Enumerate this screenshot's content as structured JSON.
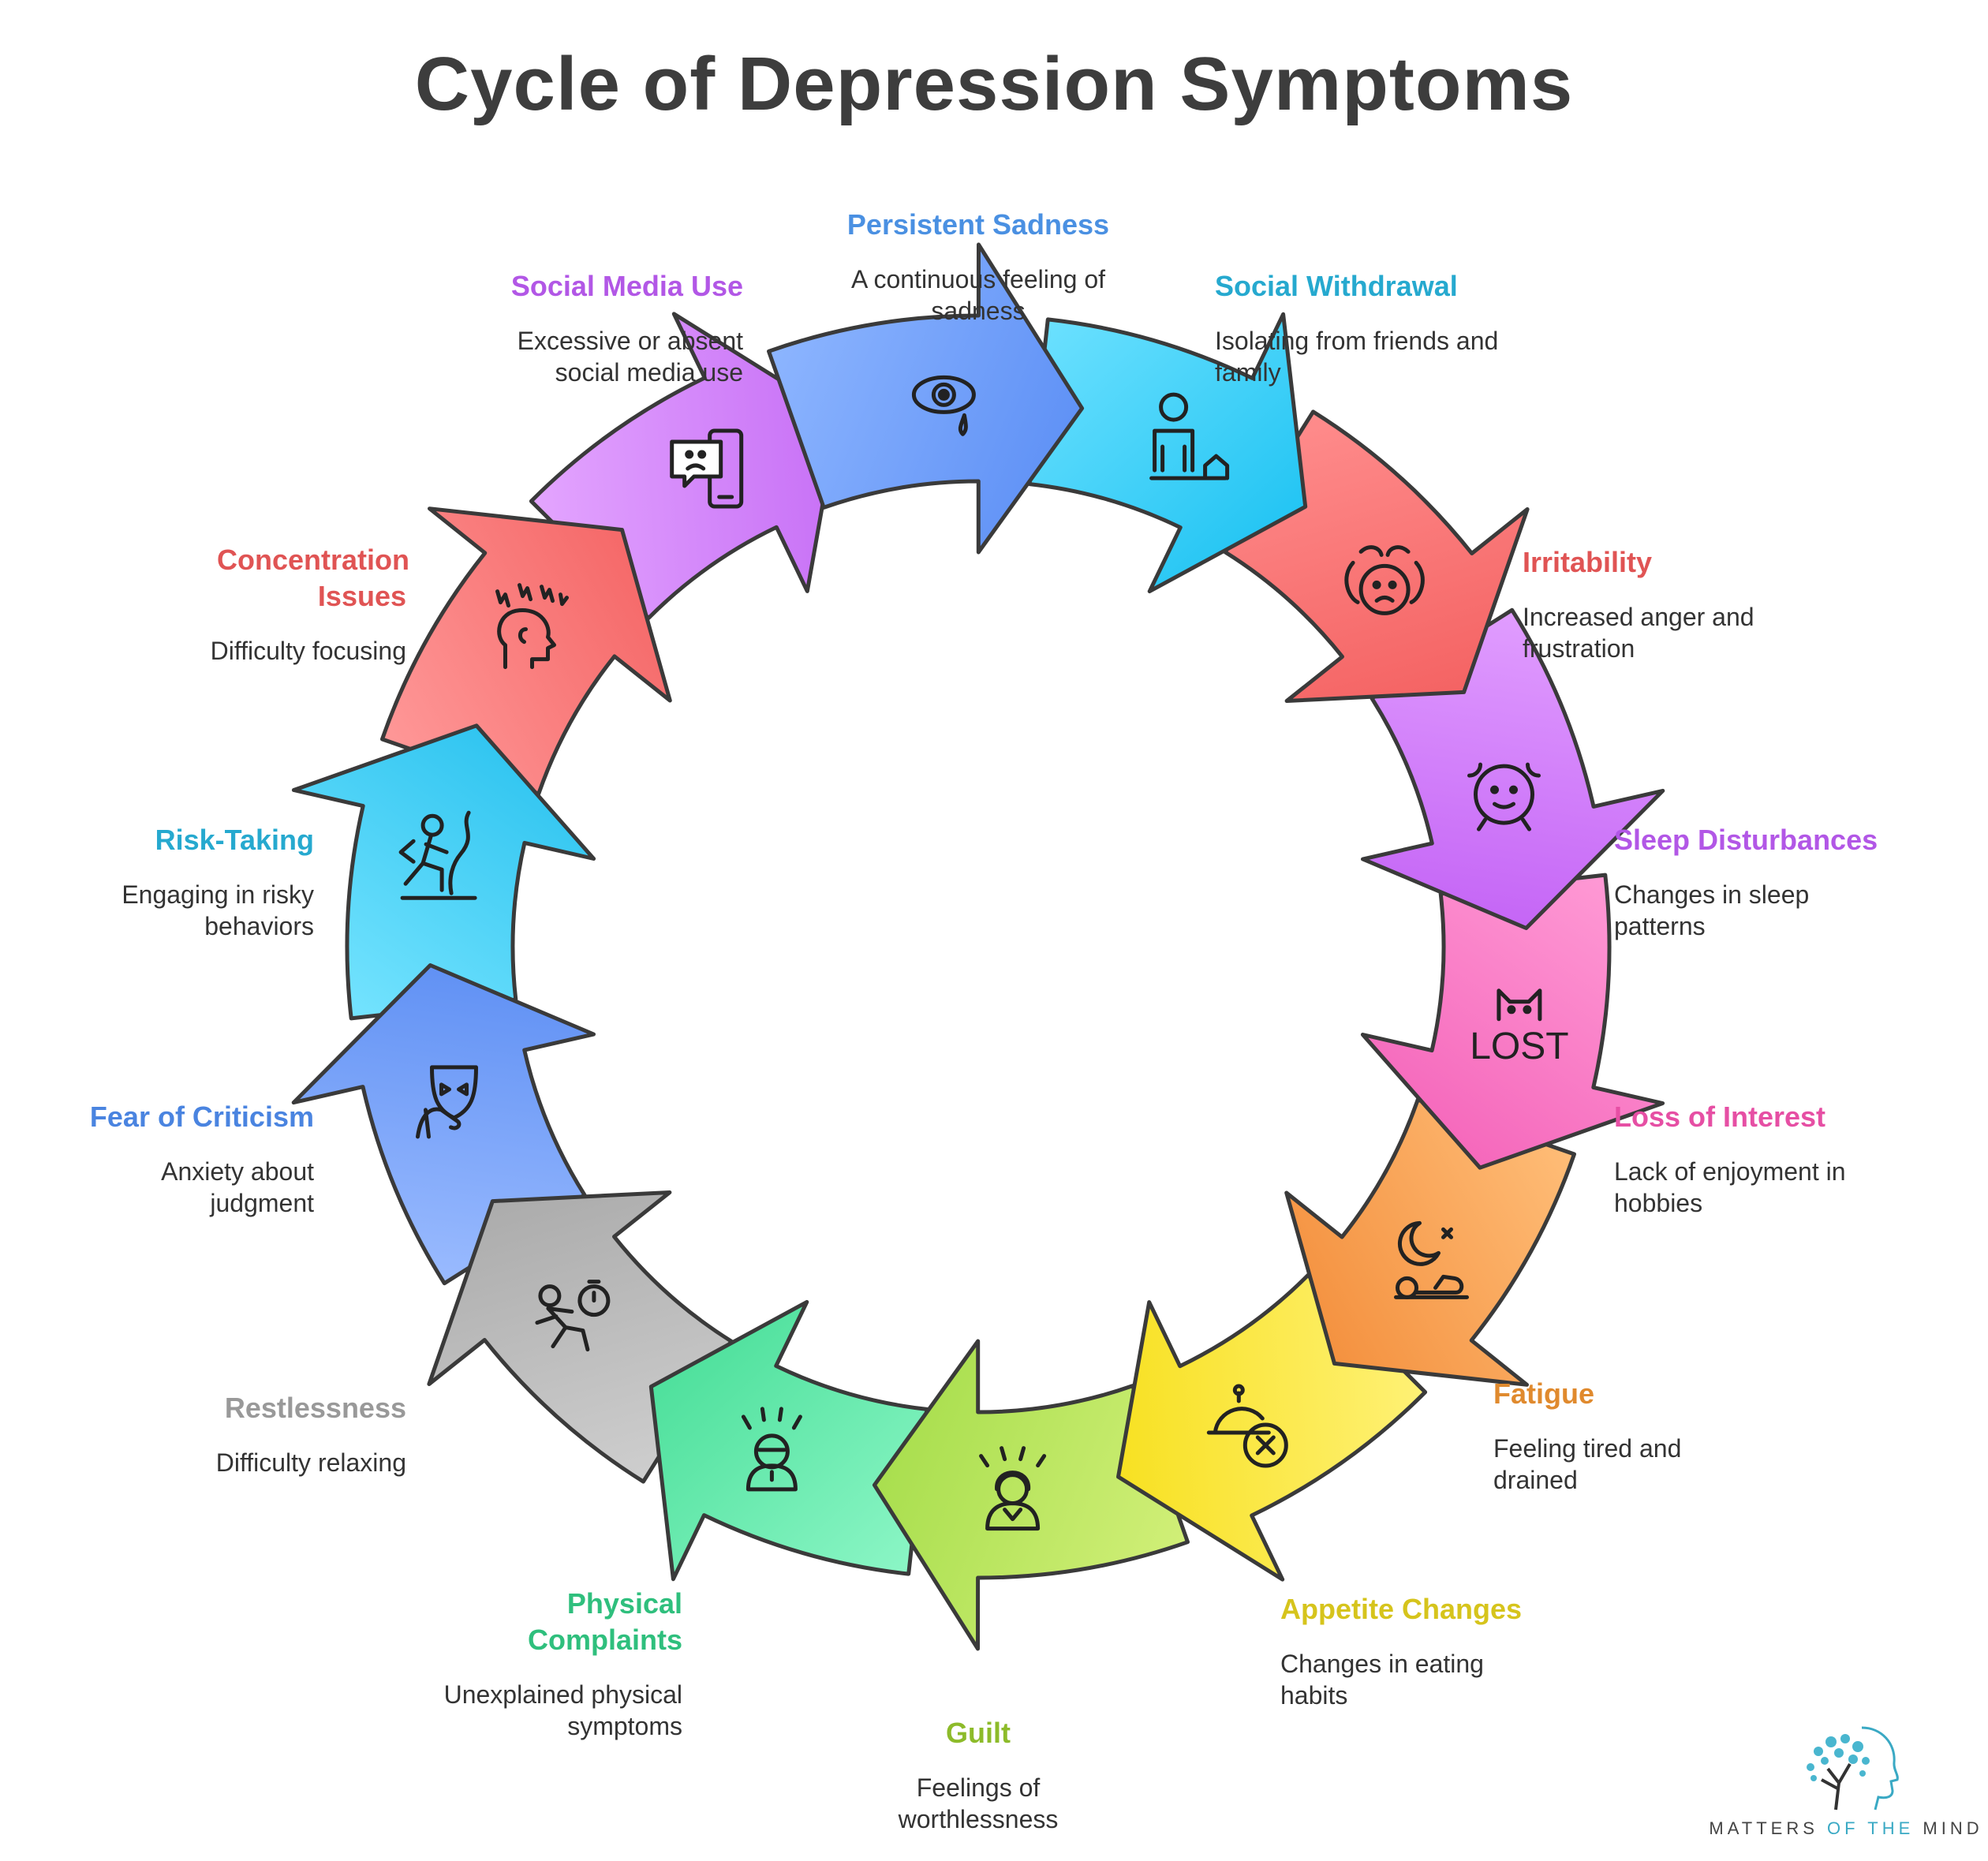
{
  "title": "Cycle of Depression Symptoms",
  "steps": [
    {
      "title": "Persistent Sadness",
      "description": "A continuous feeling of sadness",
      "color": "#4a90e2",
      "fill_from": "#8fb7ff",
      "fill_to": "#5b8ef5",
      "icon": "teary-eye-icon"
    },
    {
      "title": "Social Withdrawal",
      "description": "Isolating from friends and family",
      "color": "#26a9cf",
      "fill_from": "#6fe2ff",
      "fill_to": "#1cc2f2",
      "icon": "isolated-person-icon"
    },
    {
      "title": "Irritability",
      "description": "Increased anger and frustration",
      "color": "#e05454",
      "fill_from": "#ff8e8e",
      "fill_to": "#f35f5f",
      "icon": "angry-face-icon"
    },
    {
      "title": "Sleep Disturbances",
      "description": "Changes in sleep patterns",
      "color": "#b257e6",
      "fill_from": "#e2a0ff",
      "fill_to": "#c260f5",
      "icon": "alarm-clock-icon"
    },
    {
      "title": "Loss of Interest",
      "description": "Lack of enjoyment in hobbies",
      "color": "#e64fa4",
      "fill_from": "#ff9cd6",
      "fill_to": "#f463b9",
      "icon": "lost-cat-icon"
    },
    {
      "title": "Fatigue",
      "description": "Feeling tired and drained",
      "color": "#e08a2e",
      "fill_from": "#ffbf7a",
      "fill_to": "#f38d3a",
      "icon": "tired-sleeper-icon"
    },
    {
      "title": "Appetite Changes",
      "description": "Changes in eating habits",
      "color": "#d6c41c",
      "fill_from": "#fff27a",
      "fill_to": "#f7df19",
      "icon": "no-food-icon"
    },
    {
      "title": "Guilt",
      "description": "Feelings of worthlessness",
      "color": "#8dbb2a",
      "fill_from": "#d3f07a",
      "fill_to": "#a5dd4a",
      "icon": "stressed-woman-icon"
    },
    {
      "title": "Physical Complaints",
      "description": "Unexplained physical symptoms",
      "color": "#2fbf7d",
      "fill_from": "#8ff7c8",
      "fill_to": "#48de98",
      "icon": "stressed-person-icon"
    },
    {
      "title": "Restlessness",
      "description": "Difficulty relaxing",
      "color": "#999999",
      "fill_from": "#d0d0d0",
      "fill_to": "#a8a8a8",
      "icon": "running-timer-icon"
    },
    {
      "title": "Fear of Criticism",
      "description": "Anxiety about judgment",
      "color": "#4a84e0",
      "fill_from": "#9dbdff",
      "fill_to": "#5b8df3",
      "icon": "mask-icon"
    },
    {
      "title": "Risk-Taking",
      "description": "Engaging in risky behaviors",
      "color": "#26a9cf",
      "fill_from": "#78e5ff",
      "fill_to": "#2ac2ef",
      "icon": "climber-icon"
    },
    {
      "title": "Concentration Issues",
      "description": "Difficulty focusing",
      "color": "#e05454",
      "fill_from": "#ff9a9a",
      "fill_to": "#f46464",
      "icon": "frazzled-head-icon"
    },
    {
      "title": "Social Media Use",
      "description": "Excessive or absent social media use",
      "color": "#b257e6",
      "fill_from": "#e5a8ff",
      "fill_to": "#c46af5",
      "icon": "sad-phone-icon"
    }
  ],
  "brand": {
    "part1": "MATTERS ",
    "part2": "OF THE",
    "part3": " MIND",
    "logo_icon": "tree-head-logo-icon"
  }
}
